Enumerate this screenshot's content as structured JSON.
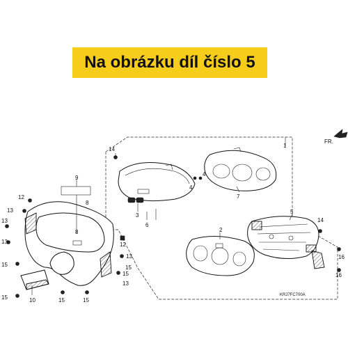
{
  "banner": {
    "text": "Na obrázku díl číslo 5"
  },
  "diagram": {
    "code": "KRJ7FC700A",
    "direction_label": "FR.",
    "callouts": {
      "c1": "1",
      "c2": "2",
      "c3": "3",
      "c4": "4",
      "c4b": "4",
      "c5": "5",
      "c6": "6",
      "c7": "7",
      "c8a": "8",
      "c8b": "8",
      "c9": "9",
      "c10": "10",
      "c12a": "12",
      "c12b": "12",
      "c13a": "13",
      "c13b": "13",
      "c13c": "13",
      "c13d": "13",
      "c13e": "13",
      "c14a": "14",
      "c14b": "14",
      "c15a": "15",
      "c15b": "15",
      "c15c": "15",
      "c15d": "15",
      "c15e": "15",
      "c15f": "15",
      "c16a": "16",
      "c16b": "16"
    }
  }
}
